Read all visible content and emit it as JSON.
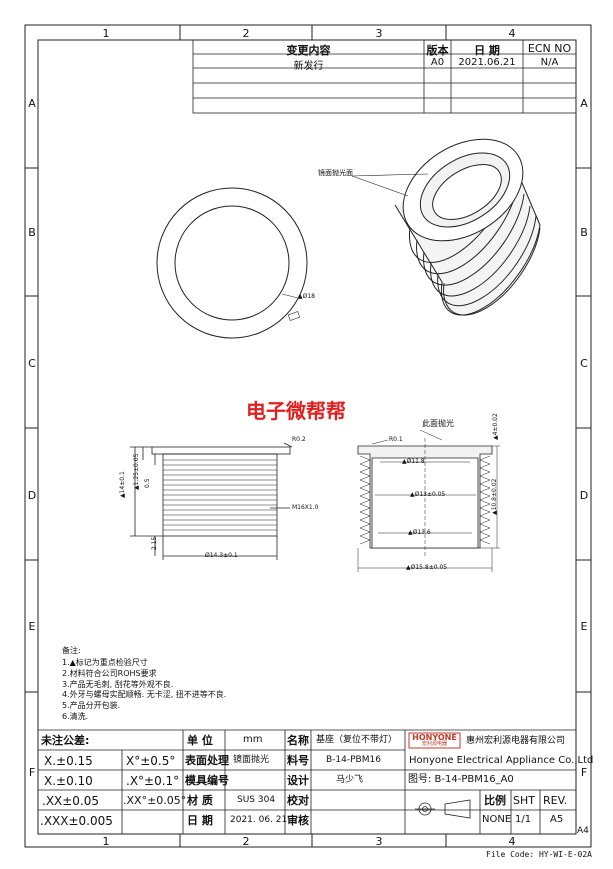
{
  "frame": {
    "columns": [
      "1",
      "2",
      "3",
      "4"
    ],
    "rows": [
      "A",
      "B",
      "C",
      "D",
      "E",
      "F"
    ],
    "sheet_size": "A4",
    "file_code": "File Code: HY-WI-E-02A"
  },
  "revision_table": {
    "headers": [
      "变更内容",
      "版本",
      "日 期",
      "ECN NO"
    ],
    "row": [
      "新发行",
      "A0",
      "2021.06.21",
      "N/A"
    ]
  },
  "watermark": "电子微帮帮",
  "labels": {
    "mirror_polish_3d": "镜面抛光面",
    "polish_here": "此面抛光",
    "dia_top_view": "▲Ø18",
    "r02": "R0.2",
    "r01": "R0.1",
    "thread": "M16X1.0",
    "dia_14_3": "Ø14.3±0.1",
    "dia_11_8": "▲Ø11.8",
    "dia_13": "▲Ø13±0.05",
    "dia_13_6": "▲Ø13.6",
    "dia_15_8": "▲Ø15.8±0.05",
    "h_14": "▲14±0.1",
    "h_1_25": "▲1.25±0.05",
    "h_0_5": "0.5",
    "h_2_15": "2.15",
    "h_4": "▲4±0.02",
    "h_10_8": "▲10.8±0.02"
  },
  "notes": {
    "title": "备注:",
    "items": [
      "1.▲标记为重点检验尺寸",
      "2.材料符合公司ROHS要求",
      "3.产品无毛刺, 刮花等外观不良.",
      "4.外牙与螺母实配顺畅. 无卡涩, 扭不进等不良.",
      "5.产品分开包装.",
      "6.清洗."
    ]
  },
  "title_block": {
    "tolerance_title": "未注公差:",
    "tol_1": "X.±0.15",
    "tol_2": "X.±0.10",
    "tol_3": ".XX±0.05",
    "tol_4": ".XXX±0.005",
    "ang_1": "X°±0.5°",
    "ang_2": ".X°±0.1°",
    "ang_3": ".XX°±0.05°",
    "unit_label": "单 位",
    "unit_value": "mm",
    "surface_label": "表面处理",
    "surface_value": "镜面抛光",
    "mold_label": "模具编号",
    "material_label": "材 质",
    "material_value": "SUS 304",
    "date_label": "日 期",
    "date_value": "2021. 06. 21",
    "name_label": "名称",
    "name_value": "基座（复位不带灯）",
    "part_label": "料号",
    "part_value": "B-14-PBM16",
    "design_label": "设计",
    "designer": "马少飞",
    "check_label": "校对",
    "review_label": "审核",
    "logo_text": "HONYONE",
    "logo_sub": "宏利源电器",
    "company_cn": "惠州宏利源电器有限公司",
    "company_en": "Honyone Electrical Appliance Co.,Ltd",
    "drawing_no": "图号: B-14-PBM16_A0",
    "scale_label": "比例",
    "sheet_label": "SHT",
    "rev_label": "REV.",
    "scale_value": "NONE",
    "sheet_value": "1/1",
    "rev_value": "A5"
  }
}
